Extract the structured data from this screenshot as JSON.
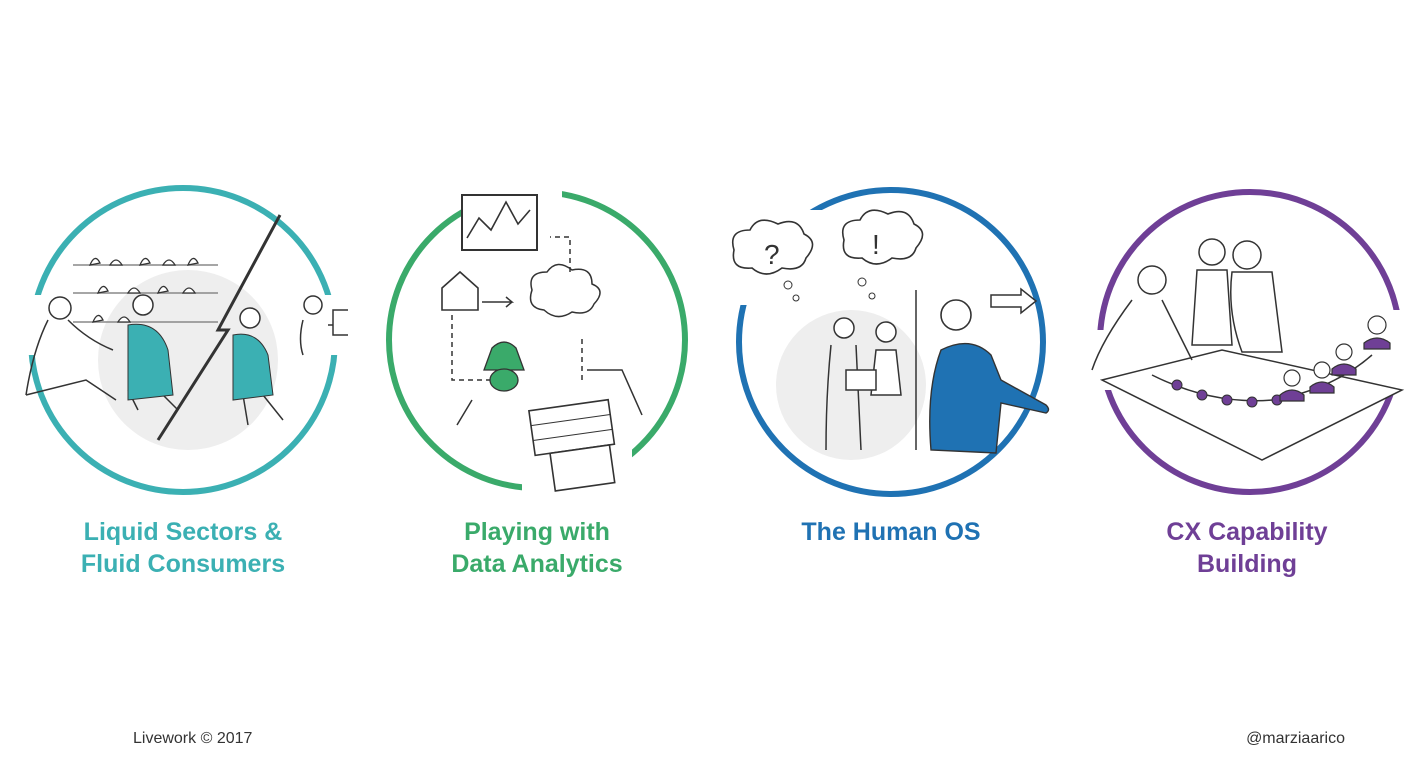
{
  "colors": {
    "teal": "#3bb0b3",
    "green": "#3aaa6a",
    "blue": "#1f72b3",
    "purple": "#6f3f96"
  },
  "panels": [
    {
      "caption": [
        "Liquid Sectors &",
        "Fluid Consumers"
      ],
      "illustration": "shoe-store-people-sketch"
    },
    {
      "caption": [
        "Playing with",
        "Data Analytics"
      ],
      "illustration": "data-flow-analytics-sketch"
    },
    {
      "caption": [
        "The Human OS"
      ],
      "illustration": "people-thinking-sketch"
    },
    {
      "caption": [
        "CX Capability",
        "Building"
      ],
      "illustration": "team-workshop-sketch"
    }
  ],
  "footer": {
    "left": "Livework © 2017",
    "right": "@marziaarico"
  }
}
